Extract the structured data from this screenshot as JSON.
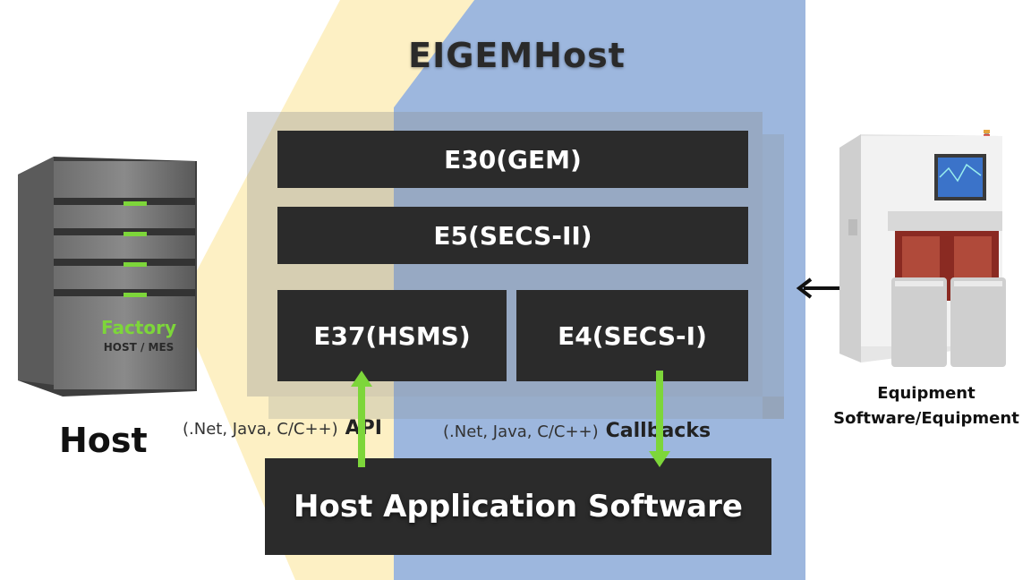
{
  "title": "EIGEMHost",
  "layers": {
    "gem": "E30(GEM)",
    "secs2": "E5(SECS-II)",
    "hsms": "E37(HSMS)",
    "secs1": "E4(SECS-I)"
  },
  "api": {
    "langs": "(.Net, Java, C/C++)",
    "label": "API"
  },
  "callbacks": {
    "langs": "(.Net, Java, C/C++)",
    "label": "Callbacks"
  },
  "app_box": "Host Application Software",
  "host": {
    "label": "Host",
    "server_text_line1": "Factory",
    "server_text_line2": "HOST / MES"
  },
  "equipment": {
    "label_line1": "Equipment",
    "label_line2": "Software/Equipment"
  },
  "colors": {
    "yellow_band": "#fdf0c4",
    "blue_panel": "#9db7de",
    "box_dark": "#2b2b2b",
    "arrow_green": "#7dd63a"
  }
}
